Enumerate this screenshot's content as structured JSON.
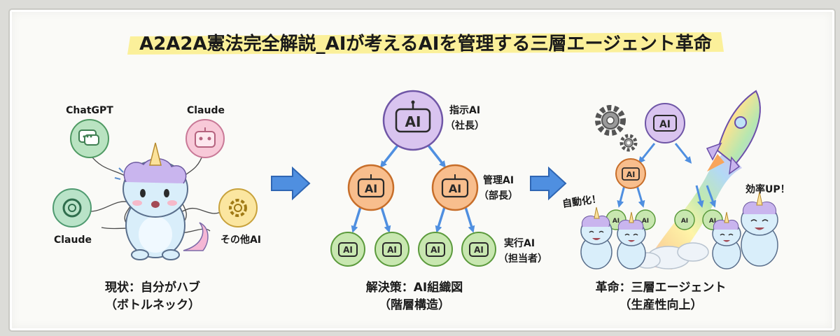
{
  "title": "A2A2A憲法完全解説_AIが考えるAIを管理する三層エージェント革命",
  "left": {
    "labels": {
      "chatgpt": "ChatGPT",
      "claude_top": "Claude",
      "claude_left": "Claude",
      "other": "その他AI"
    },
    "caption_1": "現状：自分がハブ",
    "caption_2": "（ボトルネック）"
  },
  "middle": {
    "ai_text": "AI",
    "labels": {
      "director_1": "指示AI",
      "director_2": "（社長）",
      "manager_1": "管理AI",
      "manager_2": "（部長）",
      "executor_1": "実行AI",
      "executor_2": "（担当者）"
    },
    "caption_1": "解決策：AI組織図",
    "caption_2": "（階層構造）"
  },
  "right": {
    "labels": {
      "auto": "自動化！",
      "efficiency": "効率UP！"
    },
    "caption_1": "革命：三層エージェント",
    "caption_2": "（生産性向上）"
  },
  "colors": {
    "purple": "#d9c4ef",
    "purple_stroke": "#6f56a6",
    "orange": "#f8be8d",
    "orange_stroke": "#c76e2a",
    "green": "#c8e7b0",
    "green_stroke": "#5b9a3c",
    "highlight": "#fbf09a",
    "arrow": "#4f8fe0"
  }
}
